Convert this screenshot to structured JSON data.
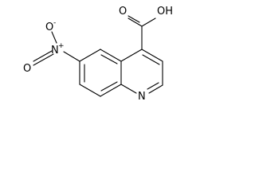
{
  "molecule": {
    "labels": {
      "carbonyl_oxygen": "O",
      "hydroxyl": "OH",
      "nitro_nitrogen": "N",
      "nitro_nitrogen_charge": "+",
      "nitro_oxygen_top": "O",
      "nitro_oxygen_top_charge": "-",
      "nitro_oxygen_bottom": "O",
      "ring_nitrogen": "N"
    }
  }
}
